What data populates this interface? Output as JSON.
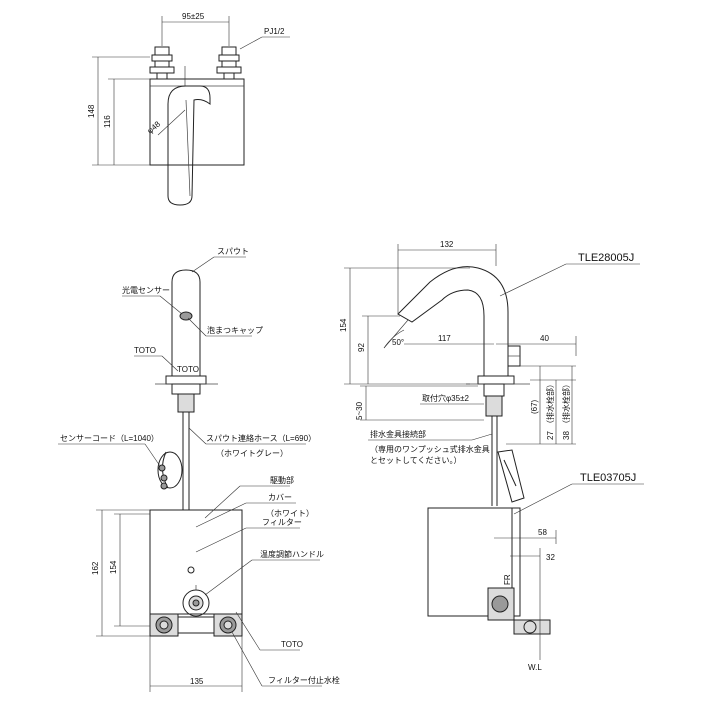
{
  "top_view": {
    "dim_width": "95±25",
    "dim_height_total": "148",
    "dim_height_body": "116",
    "dim_diameter": "φ48",
    "thread": "PJ1/2"
  },
  "front_view": {
    "spout": "スパウト",
    "sensor": "光電センサー",
    "aerator_cap": "泡まつキャップ",
    "brand_top": "TOTO",
    "sensor_cord": "センサーコード（L=1040）",
    "spout_hose": "スパウト連絡ホース（L=690）",
    "hose_color": "（ホワイトグレー）",
    "drive_unit": "駆動部",
    "cover": "カバー",
    "cover_color": "（ホワイト）",
    "filter": "フィルター",
    "temp_handle": "温度調節ハンドル",
    "brand_bottom": "TOTO",
    "filter_stop_valve": "フィルター付止水栓",
    "dim_total_height": "162",
    "dim_body_height": "154",
    "dim_width": "135"
  },
  "side_view": {
    "model_faucet": "TLE28005J",
    "model_unit": "TLE03705J",
    "dim_reach": "132",
    "dim_spout_height": "154",
    "dim_outlet_height": "92",
    "dim_outlet_reach": "117",
    "dim_angle": "50°",
    "dim_spout_offset": "40",
    "dim_mount_hole": "取付穴φ35±2",
    "dim_counter_thickness": "5~30",
    "dim_67": "(67)",
    "dim_27_prefix": "27",
    "dim_27_note": "（排水栓部）",
    "dim_38_prefix": "38",
    "dim_38_note": "（排水栓部）",
    "drain_mount": "排水金具接続部",
    "drain_note_1": "（専用のワンプッシュ式排水金具",
    "drain_note_2": "とセットしてください。）",
    "dim_58": "58",
    "dim_32": "32",
    "wall_line": "W.L",
    "tag_fr": "FR"
  }
}
